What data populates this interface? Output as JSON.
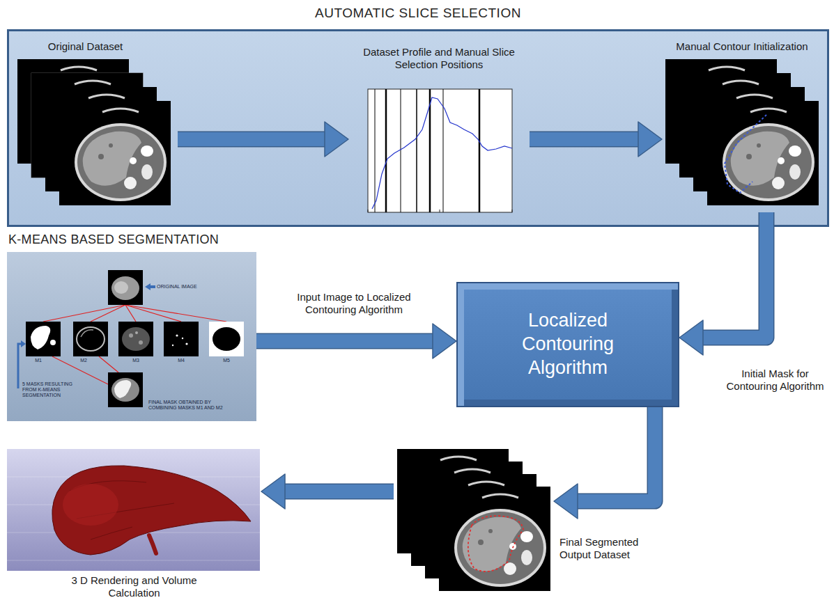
{
  "diagram": {
    "nodes": [
      {
        "text": [
          "AUTOMATIC SLICE SELECTION"
        ]
      },
      {
        "text": [
          "Original Dataset"
        ],
        "in": 0
      },
      {
        "text": [
          "Dataset Profile and Manual Slice Selection Positions"
        ],
        "in": 0
      },
      {
        "text": [
          "Manual Contour Initialization"
        ],
        "in": 0
      },
      {
        "text": [
          "K-MEANS BASED SEGMENTATION"
        ]
      },
      {
        "text": [
          "Localized Contouring Algorithm"
        ]
      },
      {
        "text": [
          "Final Segmented Output Dataset"
        ]
      },
      {
        "text": [
          "3 D Rendering and Volume Calculation"
        ]
      }
    ],
    "edges": [
      {
        "from": 1,
        "to": 2,
        "arrow": "to"
      },
      {
        "from": 2,
        "to": 3,
        "arrow": "to"
      },
      {
        "from": 3,
        "to": 5,
        "label": "Initial Mask for Contouring Algorithm",
        "arrow": "to"
      },
      {
        "from": 4,
        "to": 5,
        "label": "Input Image to Localized Contouring Algorithm",
        "arrow": "to"
      },
      {
        "from": 5,
        "to": 6,
        "arrow": "to"
      },
      {
        "from": 6,
        "to": 7,
        "arrow": "to"
      }
    ],
    "labels": [
      "ORIGINAL IMAGE",
      "M1",
      "M2",
      "M3",
      "M4",
      "M5",
      "5 MASKS RESULTING FROM K-MEANS SEGMENTATION",
      "FINAL MASK OBTAINED BY COMBINING MASKS M1 AND M2"
    ]
  }
}
